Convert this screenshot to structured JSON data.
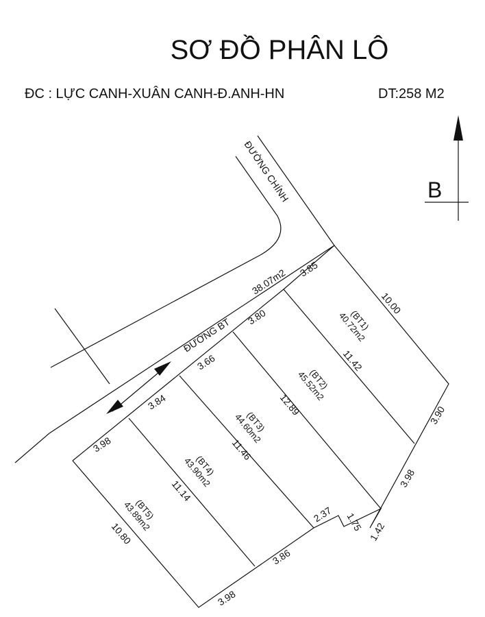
{
  "title": "SƠ ĐỒ PHÂN LÔ",
  "address": "ĐC : LỰC CANH-XUÂN CANH-Đ.ANH-HN",
  "total_area": "DT:258 M2",
  "north_label": "B",
  "roads": {
    "main": "ĐƯỜNG CHÍNH",
    "internal": "ĐƯỜNG BT",
    "internal_area": "38.07m2"
  },
  "lots": [
    {
      "id": "(BT1)",
      "area": "40.72m2"
    },
    {
      "id": "(BT2)",
      "area": "45.52m2"
    },
    {
      "id": "(BT3)",
      "area": "44.60m2"
    },
    {
      "id": "(BT4)",
      "area": "43.90m2"
    },
    {
      "id": "(BT5)",
      "area": "43.89m2"
    }
  ],
  "dimensions": {
    "front_bt1": "3.85",
    "front_bt2": "3.80",
    "front_bt3": "3.66",
    "front_bt4": "3.84",
    "front_bt5": "3.98",
    "side_bt1_top": "10.00",
    "div_bt1_bt2": "11.42",
    "div_bt2_bt3": "12.89",
    "div_bt3_bt4": "11.46",
    "div_bt4_bt5": "11.14",
    "side_bt5_left": "10.80",
    "back_bt1": "3.90",
    "back_bt2": "3.98",
    "back_jog_short": "1.42",
    "back_jog_side": "1.75",
    "back_bt3": "2.37",
    "back_bt4": "3.86",
    "back_bt5": "3.98"
  }
}
